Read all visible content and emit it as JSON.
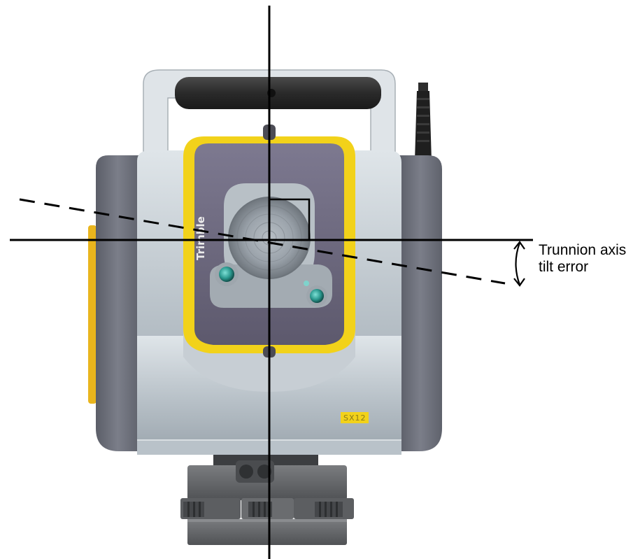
{
  "annotation": {
    "lines": [
      "Trunnion axis",
      "tilt error"
    ]
  },
  "instrument": {
    "brand": "Trimble",
    "model_badge": "SX12"
  },
  "colors": {
    "body_light": "#c9d1d7",
    "body_mid": "#a9b3bb",
    "body_dark": "#7f8a93",
    "side_panel": "#6f727d",
    "front_purple": "#6e6a80",
    "yellow_accent": "#f2d21a",
    "lens_teal": "#37a79d",
    "base_gray": "#6b6d70",
    "axis_line": "#000000"
  },
  "icons": [
    "trimble-logo-icon",
    "lens-icon",
    "antenna-icon"
  ]
}
